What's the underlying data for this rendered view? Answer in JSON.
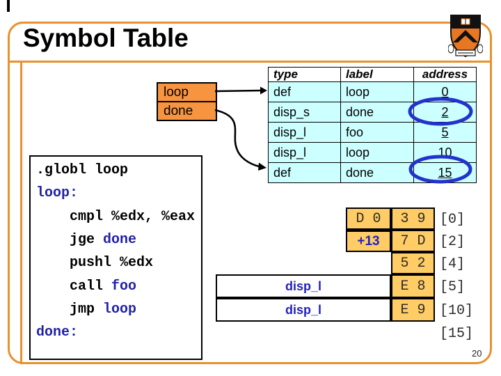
{
  "slide": {
    "title": "Symbol Table",
    "page_number": "20"
  },
  "colors": {
    "accent_orange": "#E8912D",
    "symbol_box_orange": "#F79440",
    "byte_cell_orange": "#FFCC66",
    "table_row_cyan": "#CCFFFF",
    "code_blue": "#2222A8",
    "ellipse_blue": "#2233CC"
  },
  "symbol_box": {
    "items": [
      "loop",
      "done"
    ]
  },
  "symbol_table": {
    "headers": [
      "type",
      "label",
      "address"
    ],
    "rows": [
      {
        "type": "def",
        "label": "loop",
        "address": "0",
        "circled": false
      },
      {
        "type": "disp_s",
        "label": "done",
        "address": "2",
        "circled": true
      },
      {
        "type": "disp_l",
        "label": "foo",
        "address": "5",
        "circled": false
      },
      {
        "type": "disp_l",
        "label": "loop",
        "address": "10",
        "circled": false
      },
      {
        "type": "def",
        "label": "done",
        "address": "15",
        "circled": true
      }
    ]
  },
  "code": {
    "lines": [
      {
        "indent": 0,
        "parts": [
          {
            "text": ".globl loop",
            "color": "black"
          }
        ]
      },
      {
        "indent": 0,
        "parts": [
          {
            "text": "loop:",
            "color": "blue"
          }
        ]
      },
      {
        "indent": 1,
        "parts": [
          {
            "text": "cmpl %edx, %eax",
            "color": "black"
          }
        ]
      },
      {
        "indent": 1,
        "parts": [
          {
            "text": "jge ",
            "color": "black"
          },
          {
            "text": "done",
            "color": "blue"
          }
        ]
      },
      {
        "indent": 1,
        "parts": [
          {
            "text": "pushl %edx",
            "color": "black"
          }
        ]
      },
      {
        "indent": 1,
        "parts": [
          {
            "text": "call ",
            "color": "black"
          },
          {
            "text": "foo",
            "color": "blue"
          }
        ]
      },
      {
        "indent": 1,
        "parts": [
          {
            "text": "jmp ",
            "color": "black"
          },
          {
            "text": "loop",
            "color": "blue"
          }
        ]
      },
      {
        "indent": 0,
        "parts": [
          {
            "text": "done:",
            "color": "blue"
          }
        ]
      }
    ]
  },
  "machine_code": {
    "rows": [
      {
        "addr": "[0]",
        "hi": "D 0",
        "lo": "3 9"
      },
      {
        "addr": "[2]",
        "hi": "+13",
        "lo": "7 D"
      },
      {
        "addr": "[4]",
        "lo": "5 2"
      },
      {
        "addr": "[5]",
        "sym": "disp_l",
        "lo": "E 8"
      },
      {
        "addr": "[10]",
        "sym": "disp_l",
        "lo": "E 9"
      },
      {
        "addr": "[15]"
      }
    ]
  }
}
